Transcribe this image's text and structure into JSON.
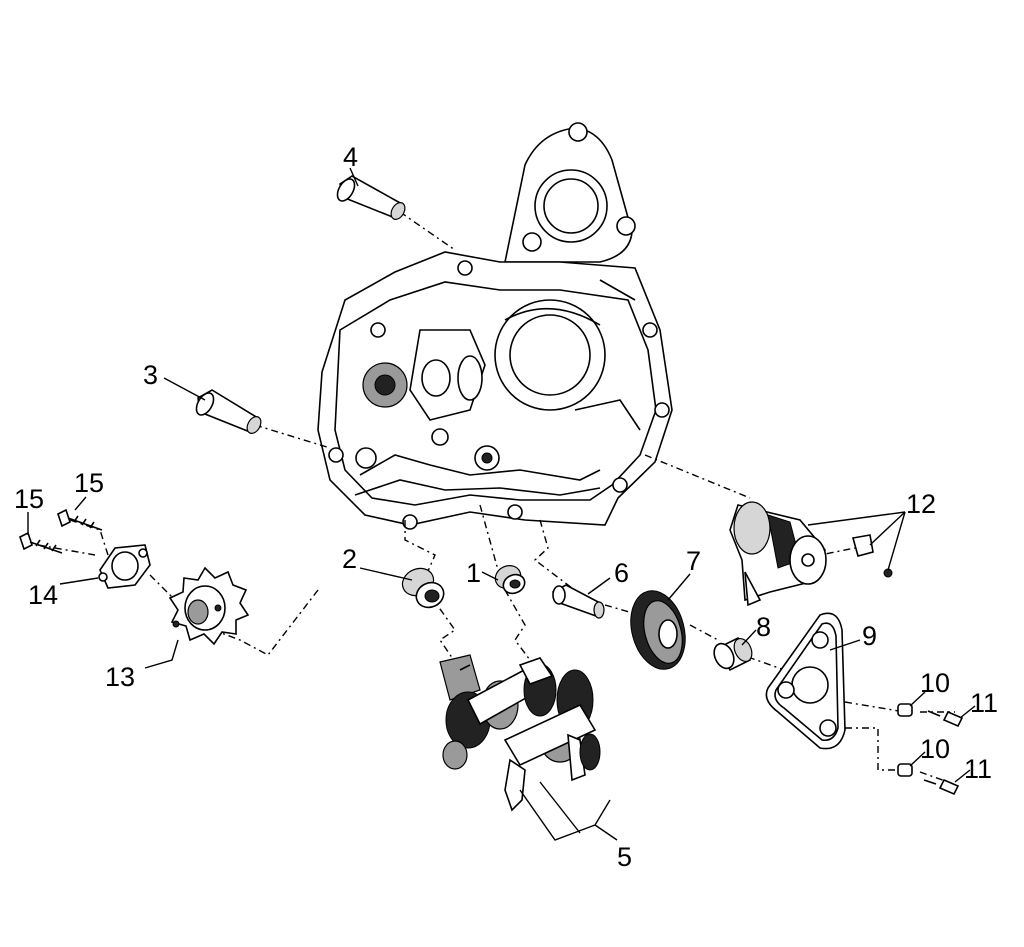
{
  "labels": {
    "l1": "1",
    "l2": "2",
    "l3": "3",
    "l4": "4",
    "l5": "5",
    "l6": "6",
    "l7": "7",
    "l8": "8",
    "l9": "9",
    "l10a": "10",
    "l10b": "10",
    "l11a": "11",
    "l11b": "11",
    "l12": "12",
    "l13": "13",
    "l14": "14",
    "l15a": "15",
    "l15b": "15"
  }
}
